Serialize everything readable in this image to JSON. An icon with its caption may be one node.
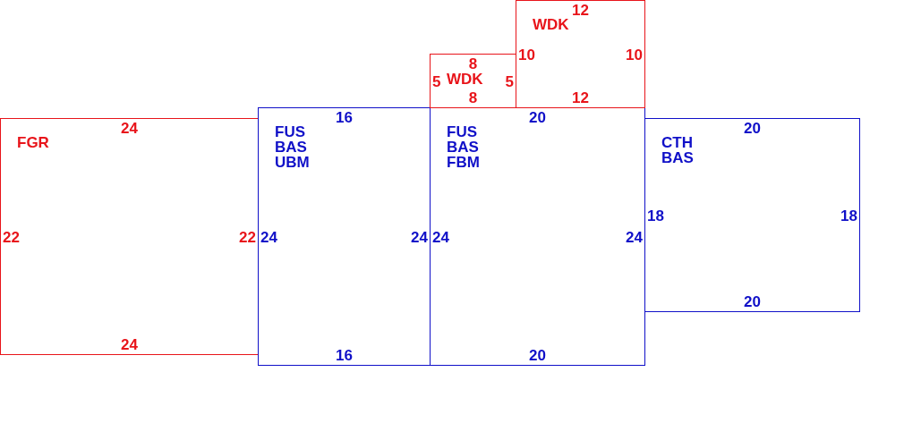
{
  "diagram": {
    "nodes": [
      {
        "text": [
          "FGR",
          "24",
          "22",
          "22",
          "24"
        ]
      },
      {
        "text": [
          "FUS BAS UBM",
          "16",
          "24",
          "24",
          "16"
        ]
      },
      {
        "text": [
          "FUS BAS FBM",
          "20",
          "24",
          "24",
          "20"
        ]
      },
      {
        "text": [
          "WDK",
          "8",
          "5",
          "5",
          "8"
        ]
      },
      {
        "text": [
          "WDK",
          "12",
          "10",
          "10",
          "12"
        ]
      },
      {
        "text": [
          "CTH BAS",
          "20",
          "18",
          "18",
          "20"
        ]
      }
    ]
  }
}
